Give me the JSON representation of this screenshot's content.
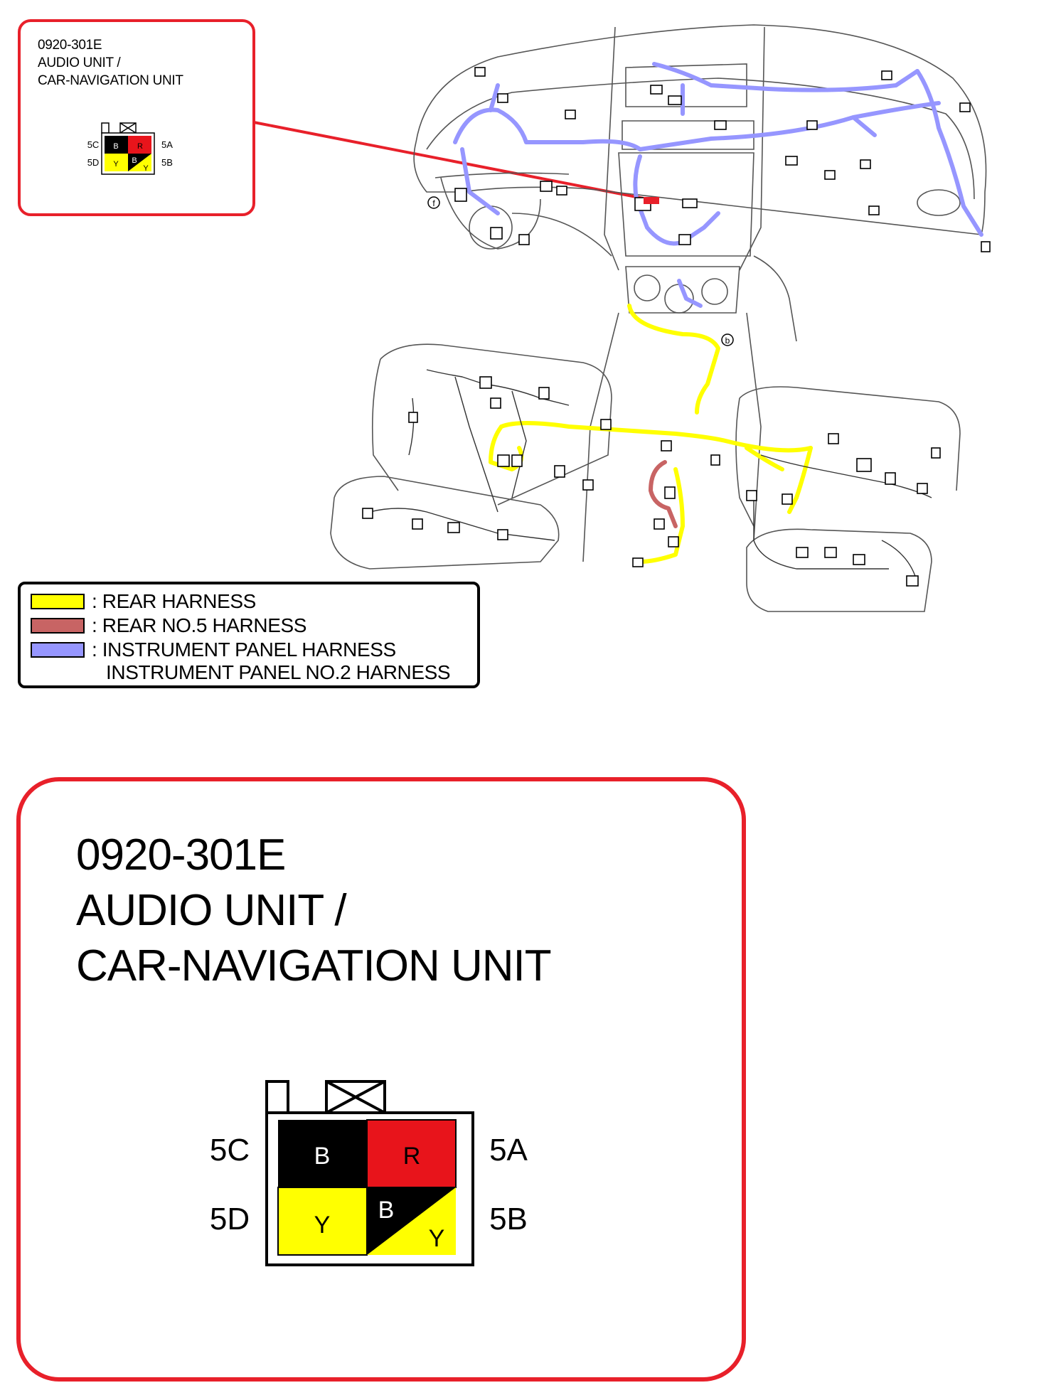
{
  "connector": {
    "code": "0920-301E",
    "name_line1": "AUDIO UNIT /",
    "name_line2": "CAR-NAVIGATION UNIT",
    "pins": {
      "top_left": {
        "id": "5C",
        "color_code": "B",
        "fill": "#000000",
        "text_color": "#ffffff"
      },
      "top_right": {
        "id": "5A",
        "color_code": "R",
        "fill": "#e8141b",
        "text_color": "#000000"
      },
      "bottom_left": {
        "id": "5D",
        "color_code": "Y",
        "fill": "#ffff00",
        "text_color": "#000000"
      },
      "bottom_right": {
        "id": "5B",
        "color_code_main": "B",
        "color_code_stripe": "Y",
        "fill_main": "#000000",
        "fill_stripe": "#ffff00"
      }
    }
  },
  "legend": {
    "items": [
      {
        "label": ": REAR HARNESS",
        "color": "#ffff00"
      },
      {
        "label": ": REAR NO.5 HARNESS",
        "color": "#c86464"
      },
      {
        "label": ": INSTRUMENT PANEL HARNESS",
        "color": "#9696ff"
      }
    ],
    "continuation": "INSTRUMENT PANEL NO.2 HARNESS"
  },
  "diagram_markers": {
    "left_marker": "f",
    "center_marker": "b"
  },
  "colors": {
    "callout_border": "#e8202a",
    "rear_harness": "#ffff00",
    "rear_no5_harness": "#c86464",
    "instrument_panel_harness": "#9696ff"
  }
}
